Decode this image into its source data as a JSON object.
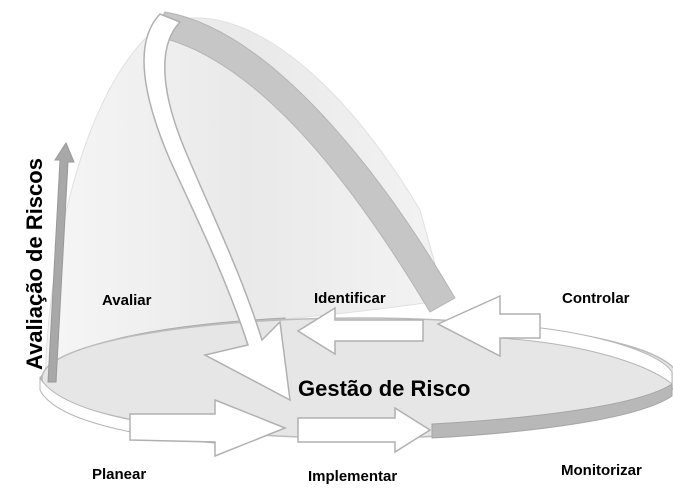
{
  "diagram": {
    "center_label": "Gestão de Risco",
    "vertical_label": "Avaliação de Riscos",
    "stages": {
      "planear": "Planear",
      "implementar": "Implementar",
      "monitorizar": "Monitorizar",
      "controlar": "Controlar",
      "identificar": "Identificar",
      "avaliar": "Avaliar"
    },
    "colors": {
      "ellipse_fill": "#e8e8e8",
      "ellipse_rim": "#c4c4c4",
      "arrow_fill": "#ffffff",
      "arrow_stroke": "#b0b0b0",
      "dome_fill": "#efefef"
    }
  }
}
